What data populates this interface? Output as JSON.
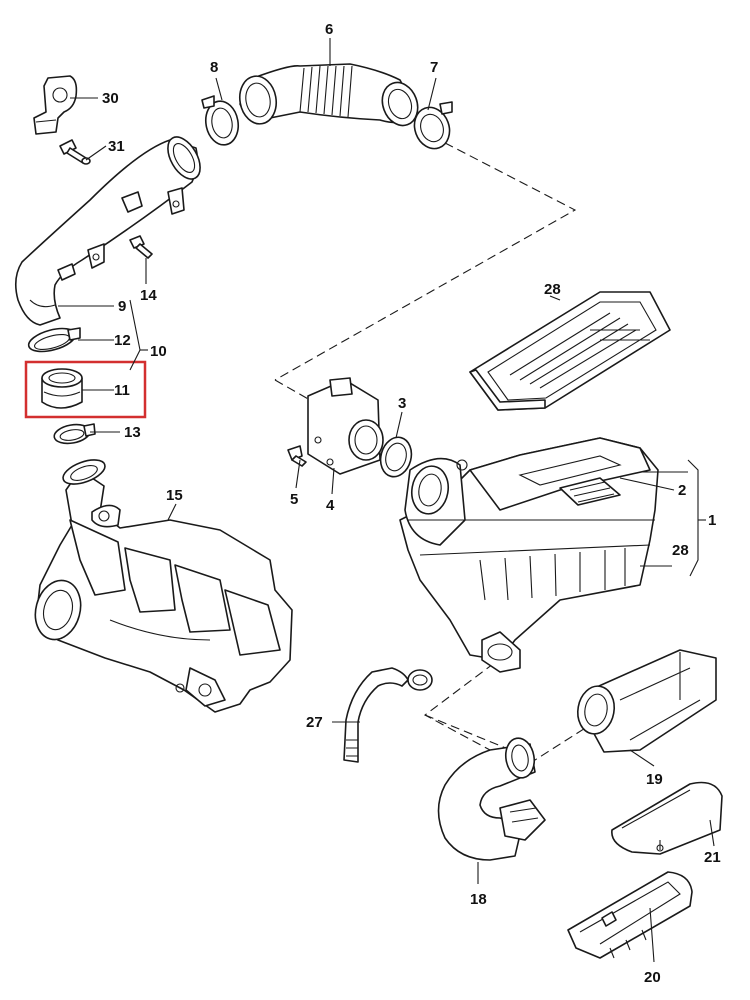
{
  "highlight_color": "#d32f2f",
  "highlighted_part": "11",
  "callouts": {
    "p1": "1",
    "p2": "2",
    "p3": "3",
    "p4": "4",
    "p5": "5",
    "p6": "6",
    "p7": "7",
    "p8": "8",
    "p9": "9",
    "p10": "10",
    "p11": "11",
    "p12": "12",
    "p13": "13",
    "p14": "14",
    "p15": "15",
    "p18": "18",
    "p19": "19",
    "p20": "20",
    "p21": "21",
    "p27": "27",
    "p28a": "28",
    "p28b": "28",
    "p30": "30",
    "p31": "31"
  }
}
